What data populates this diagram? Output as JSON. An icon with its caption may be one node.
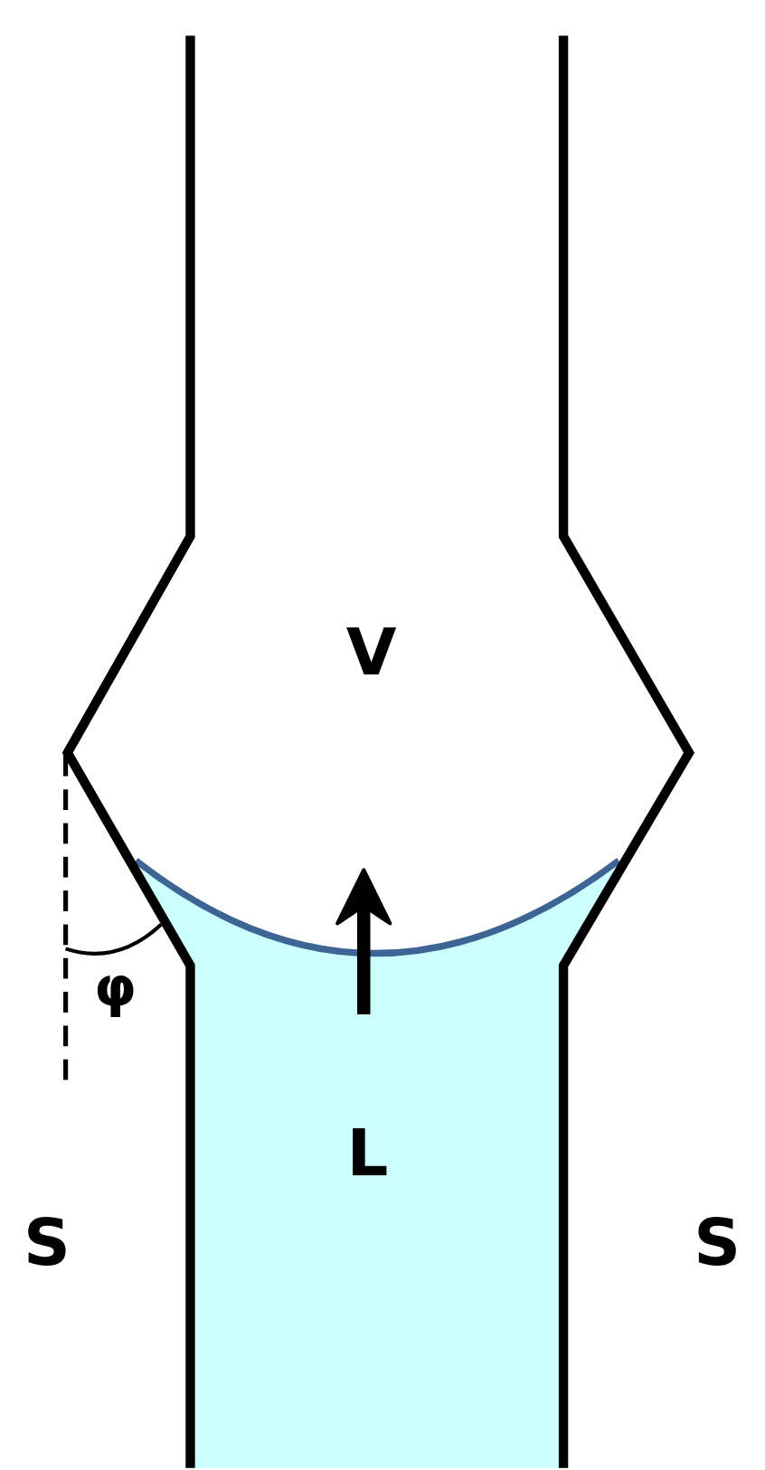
{
  "diagram": {
    "labels": [
      "V",
      "φ",
      "L",
      "S",
      "S"
    ]
  }
}
